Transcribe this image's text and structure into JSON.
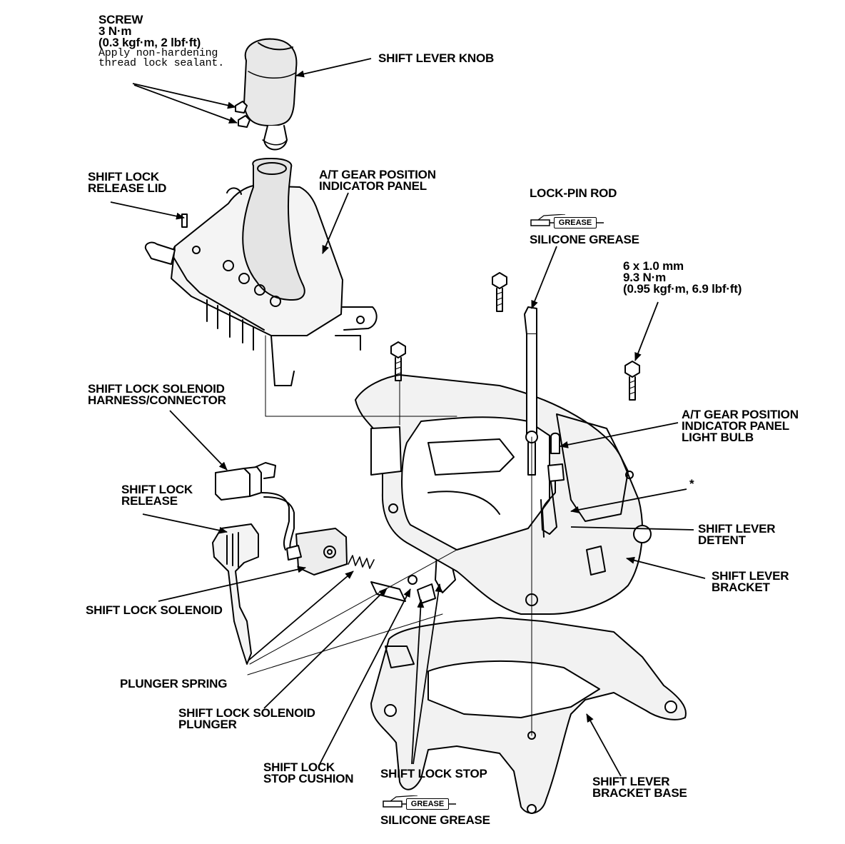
{
  "diagram": {
    "screw": {
      "title": "SCREW",
      "torque": "3 N·m",
      "torque_alt": "(0.3 kgf·m, 2 lbf·ft)",
      "note_1": "Apply non-hardening",
      "note_2": "thread lock sealant."
    },
    "bolt_spec": {
      "size": "6 x 1.0 mm",
      "torque": "9.3 N·m",
      "torque_alt": "(0.95 kgf·m, 6.9 lbf·ft)"
    },
    "labels": {
      "shift_lever_knob": "SHIFT LEVER KNOB",
      "shift_lock_release_lid_1": "SHIFT LOCK",
      "shift_lock_release_lid_2": "RELEASE LID",
      "indicator_panel_1": "A/T GEAR POSITION",
      "indicator_panel_2": "INDICATOR PANEL",
      "lock_pin_rod": "LOCK-PIN ROD",
      "silicone_grease_top": "SILICONE GREASE",
      "solenoid_harness_1": "SHIFT LOCK SOLENOID",
      "solenoid_harness_2": "HARNESS/CONNECTOR",
      "light_bulb_1": "A/T GEAR POSITION",
      "light_bulb_2": "INDICATOR PANEL",
      "light_bulb_3": "LIGHT BULB",
      "asterisk": "*",
      "shift_lock_release_1": "SHIFT LOCK",
      "shift_lock_release_2": "RELEASE",
      "shift_lever_detent_1": "SHIFT LEVER",
      "shift_lever_detent_2": "DETENT",
      "shift_lever_bracket_1": "SHIFT LEVER",
      "shift_lever_bracket_2": "BRACKET",
      "shift_lock_solenoid": "SHIFT LOCK SOLENOID",
      "plunger_spring": "PLUNGER SPRING",
      "solenoid_plunger_1": "SHIFT LOCK SOLENOID",
      "solenoid_plunger_2": "PLUNGER",
      "stop_cushion_1": "SHIFT LOCK",
      "stop_cushion_2": "STOP CUSHION",
      "shift_lock_stop": "SHIFT LOCK STOP",
      "silicone_grease_bottom": "SILICONE GREASE",
      "bracket_base_1": "SHIFT LEVER",
      "bracket_base_2": "BRACKET BASE"
    },
    "grease_badge": "GREASE"
  }
}
